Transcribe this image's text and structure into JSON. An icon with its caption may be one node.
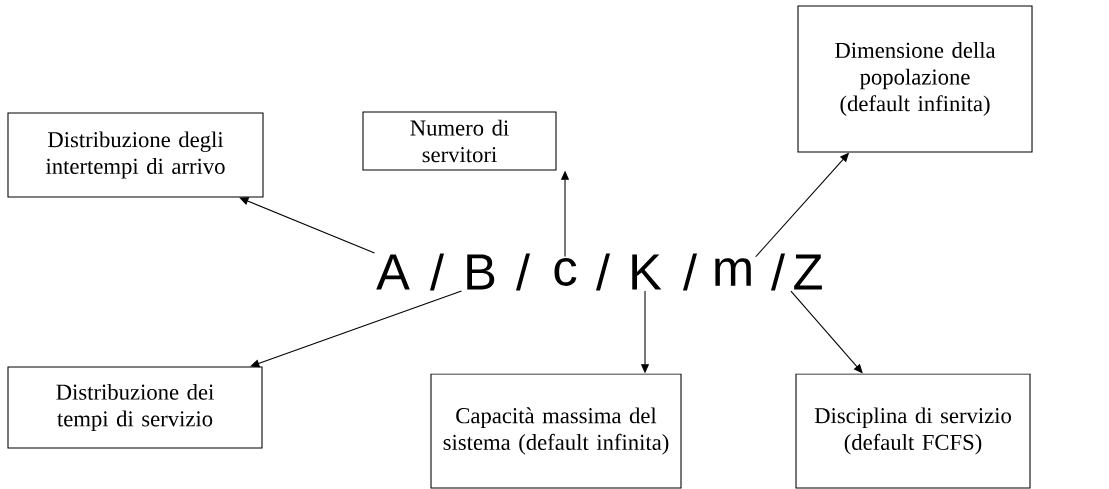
{
  "diagram": {
    "nodes": [
      {
        "text": [
          "Distribuzione degli intertempi di arrivo"
        ]
      },
      {
        "text": [
          "Numero di servitori"
        ]
      },
      {
        "text": [
          "Dimensione della popolazione (default infinita)"
        ]
      },
      {
        "text": [
          "A"
        ]
      },
      {
        "text": [
          "B"
        ]
      },
      {
        "text": [
          "c"
        ]
      },
      {
        "text": [
          "K"
        ]
      },
      {
        "text": [
          "m"
        ]
      },
      {
        "text": [
          "Z"
        ]
      },
      {
        "text": [
          "Distribuzione dei tempi di servizio"
        ]
      },
      {
        "text": [
          "Capacità massima del sistema (default infinita)"
        ]
      },
      {
        "text": [
          "Disciplina di servizio (default FCFS)"
        ]
      }
    ],
    "edges": [
      {
        "from": 3,
        "to": 0,
        "arrow": "to"
      },
      {
        "from": 5,
        "to": 1,
        "arrow": "to"
      },
      {
        "from": 7,
        "to": 2,
        "arrow": "to"
      },
      {
        "from": 4,
        "to": 9,
        "arrow": "to"
      },
      {
        "from": 6,
        "to": 10,
        "arrow": "to"
      },
      {
        "from": 8,
        "to": 11,
        "arrow": "to"
      }
    ],
    "labels": [
      "/",
      "/",
      "/",
      "/",
      "/"
    ]
  }
}
